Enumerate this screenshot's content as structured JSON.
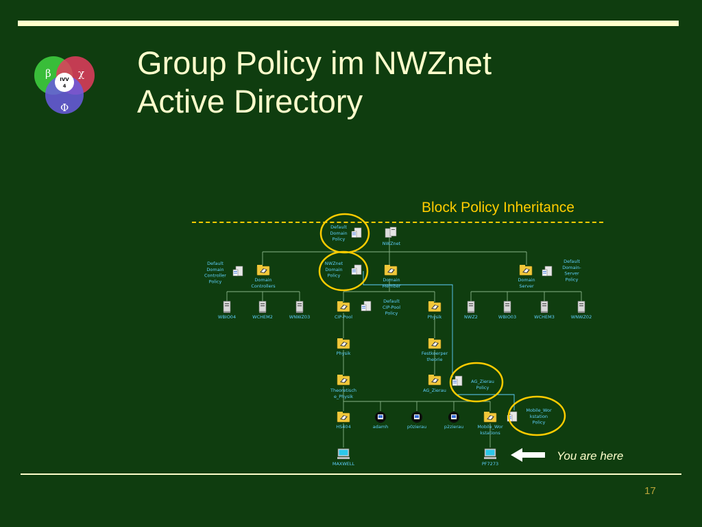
{
  "title": {
    "line1": "Group Policy im NWZnet",
    "line2": "Active Directory"
  },
  "logo": {
    "beta": "β",
    "chi": "χ",
    "phi": "Φ",
    "center": "IVV\n4"
  },
  "block_label": "Block Policy Inheritance",
  "you_are_here": "You are here",
  "page_number": "17",
  "colors": {
    "background": "#0f3d0f",
    "text": "#ffffcc",
    "highlight": "#ffcc00",
    "node_label": "#5fd0ff"
  },
  "nodes": {
    "default_domain_policy": "Default\nDomain\nPolicy",
    "nwznet": "NWZnet",
    "default_dc_policy": "Default\nDomain\nController\nPolicy",
    "domain_controllers": "Domain\nControllers",
    "nwznet_domain_policy": "NWZnet\nDomain\nPolicy",
    "domain_member": "Domain\nMember",
    "domain_server": "Domain\nServer",
    "default_domain_server_policy": "Default\nDomain-\nServer\nPolicy",
    "wbio04": "WBIO04",
    "wchem2": "WCHEM2",
    "wnwz03": "WNWZ03",
    "cip_pool": "CIP-Pool",
    "default_cip_pool_policy": "Default\nCIP-Pool\nPolicy",
    "physik_top": "Physik",
    "nwz2": "NWZ2",
    "wbio03": "WBIO03",
    "wchem3": "WCHEM3",
    "wnwz02": "WNWZ02",
    "physik": "Physik",
    "festkoerper": "Festkoerper\ntheorie",
    "theoretische": "Theoretisch\ne_Physik",
    "ag_zierau": "AG_Zierau",
    "ag_zierau_policy": "AG_Zierau\nPolicy",
    "hs404": "HS404",
    "adamh": "adamh",
    "p0zierau": "p0zierau",
    "p2zierau": "p2zierau",
    "mobile_workstations": "Mobile_Wor\nkstations",
    "mobile_ws_policy": "Mobile_Wor\nkstation\nPolicy",
    "maxwell": "MAXWELL",
    "pf7273": "PF7273"
  }
}
